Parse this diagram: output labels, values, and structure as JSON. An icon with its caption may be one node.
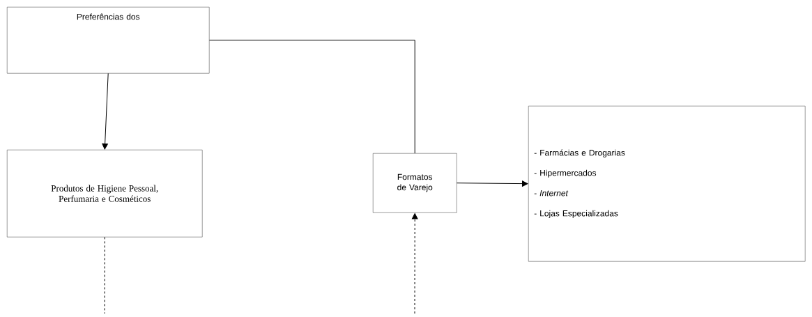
{
  "diagram": {
    "nodes": [
      {
        "text": [
          "Preferências dos"
        ]
      },
      {
        "text": [
          "Produtos de Higiene Pessoal, Perfumaria e Cosméticos"
        ]
      },
      {
        "text": [
          "Formatos de Varejo"
        ]
      },
      {
        "text": [
          "- Farmácias e Drogarias",
          "- Hipermercados",
          "- *Internet*",
          "- Lojas Especializadas"
        ]
      }
    ],
    "edges": [
      {
        "from": 0,
        "to": 1,
        "arrow": "to"
      },
      {
        "from": 0,
        "to": 2,
        "arrow": "none"
      },
      {
        "from": 2,
        "to": 3,
        "arrow": "to"
      },
      {
        "from": null,
        "to": 2,
        "arrow": "to",
        "style": "dashed"
      },
      {
        "from": 1,
        "to": null,
        "arrow": "none",
        "style": "dashed"
      }
    ]
  }
}
